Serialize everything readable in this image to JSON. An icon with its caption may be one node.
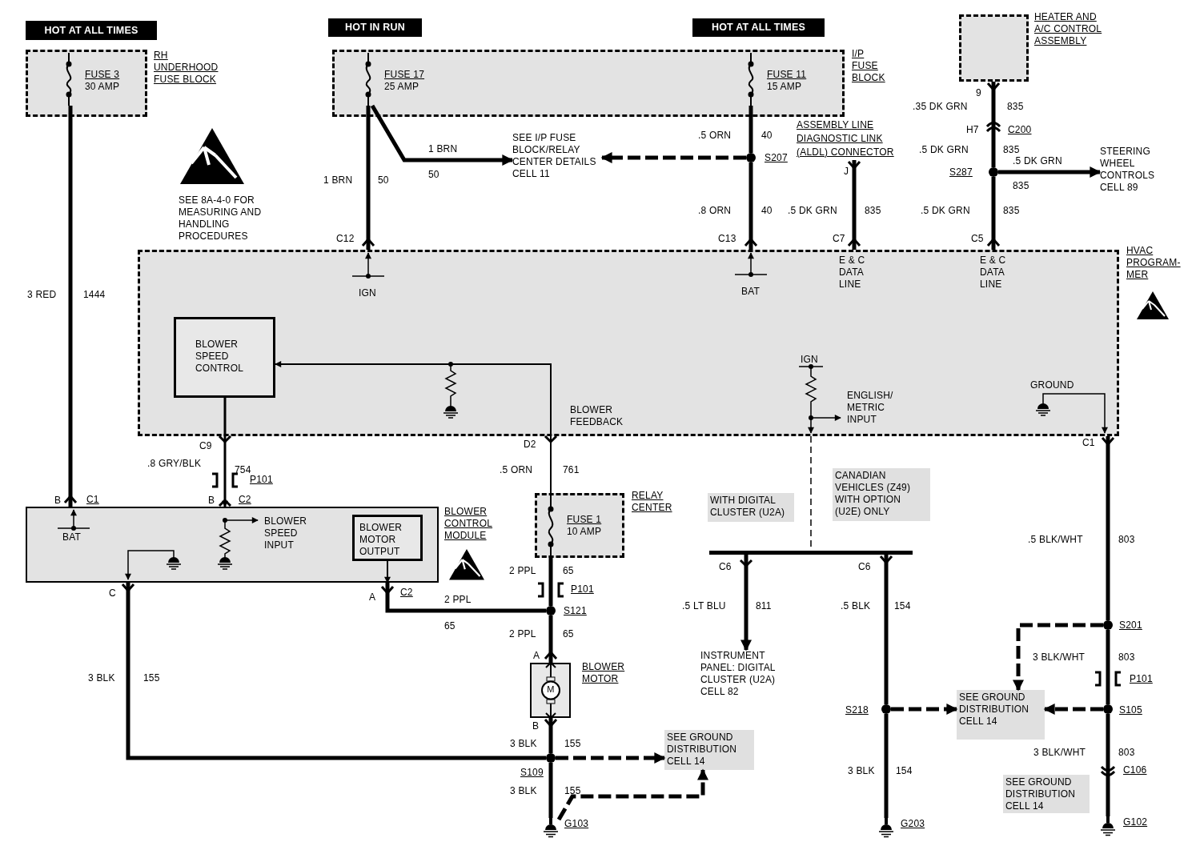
{
  "diagram": {
    "nodes": [
      {
        "text": [
          "HOT AT ALL TIMES"
        ]
      },
      {
        "text": [
          "HOT IN RUN"
        ]
      },
      {
        "text": [
          "HOT AT ALL TIMES"
        ]
      },
      {
        "text": [],
        "shape": "box",
        "beside": [
          "RH UNDERHOOD FUSE BLOCK"
        ]
      },
      {
        "text": [
          "FUSE 3",
          "30 AMP"
        ],
        "in": 3
      },
      {
        "text": [],
        "shape": "box",
        "beside": [
          "I/P FUSE BLOCK"
        ]
      },
      {
        "text": [
          "FUSE 17",
          "25 AMP"
        ],
        "in": 5
      },
      {
        "text": [
          "FUSE 11",
          "15 AMP"
        ],
        "in": 5
      },
      {
        "text": [],
        "shape": "box",
        "beside": [
          "HEATER AND A/C CONTROL ASSEMBLY"
        ]
      },
      {
        "text": [
          "SEE I/P FUSE BLOCK/RELAY CENTER DETAILS CELL 11"
        ]
      },
      {
        "text": [],
        "shape": "circle",
        "beside": [
          "S207"
        ]
      },
      {
        "text": [
          "ASSEMBLY LINE DIAGNOSTIC LINK (ALDL) CONNECTOR"
        ]
      },
      {
        "text": [],
        "shape": "circle",
        "beside": [
          "S287"
        ]
      },
      {
        "text": [
          "STEERING WHEEL CONTROLS CELL 89"
        ]
      },
      {
        "text": [],
        "shape": "box",
        "beside": [
          "HVAC PROGRAM- MER"
        ]
      },
      {
        "text": [
          "BLOWER SPEED CONTROL"
        ],
        "in": 14
      },
      {
        "text": [],
        "shape": "box",
        "beside": [
          "BLOWER CONTROL MODULE"
        ]
      },
      {
        "text": [
          "BLOWER MOTOR OUTPUT"
        ],
        "in": 16
      },
      {
        "text": [],
        "shape": "box",
        "beside": [
          "RELAY CENTER"
        ]
      },
      {
        "text": [
          "FUSE 1",
          "10 AMP"
        ],
        "in": 18
      },
      {
        "text": [],
        "shape": "circle",
        "beside": [
          "S121"
        ]
      },
      {
        "text": [
          "M"
        ],
        "beside": [
          "BLOWER MOTOR",
          "A",
          "B"
        ]
      },
      {
        "text": [],
        "shape": "circle",
        "beside": [
          "S109"
        ]
      },
      {
        "text": [
          "SEE GROUND DISTRIBUTION CELL 14"
        ]
      },
      {
        "text": [],
        "shape": "ground",
        "beside": [
          "G103"
        ]
      },
      {
        "text": [
          "INSTRUMENT PANEL: DIGITAL CLUSTER (U2A) CELL 82"
        ]
      },
      {
        "text": [],
        "shape": "circle",
        "beside": [
          "S218"
        ]
      },
      {
        "text": [
          "SEE GROUND DISTRIBUTION CELL 14"
        ]
      },
      {
        "text": [],
        "shape": "ground",
        "beside": [
          "G203"
        ]
      },
      {
        "text": [],
        "shape": "circle",
        "beside": [
          "S201"
        ]
      },
      {
        "text": [],
        "shape": "circle",
        "beside": [
          "S105"
        ]
      },
      {
        "text": [],
        "shape": "ground",
        "beside": [
          "G102"
        ]
      },
      {
        "text": [
          "CANADIAN VEHICLES (Z49) WITH OPTION (U2E) ONLY"
        ]
      },
      {
        "text": [
          "WITH DIGITAL CLUSTER (U2A)"
        ]
      },
      {
        "text": [
          "SEE GROUND DISTRIBUTION CELL 14"
        ]
      },
      {
        "text": [],
        "shape": "bar"
      }
    ],
    "edges": [
      {
        "from": 4,
        "to": 16,
        "arrow": "other"
      },
      {
        "from": 6,
        "to": 14,
        "arrow": "other"
      },
      {
        "from": 6,
        "to": 9,
        "arrow": "to"
      },
      {
        "from": 7,
        "to": 10,
        "arrow": "none"
      },
      {
        "from": 10,
        "to": 9,
        "arrow": "to",
        "style": "dashed"
      },
      {
        "from": 10,
        "to": 14,
        "arrow": "other"
      },
      {
        "from": 11,
        "to": 14,
        "arrow": "other"
      },
      {
        "from": 8,
        "to": 12,
        "arrow": "other"
      },
      {
        "from": 12,
        "to": 13,
        "arrow": "to"
      },
      {
        "from": 12,
        "to": 14,
        "arrow": "other"
      },
      {
        "from": 15,
        "to": 16,
        "arrow": "to"
      },
      {
        "from": 19,
        "to": 15,
        "arrow": "to"
      },
      {
        "from": 19,
        "to": 20,
        "arrow": "none"
      },
      {
        "from": 20,
        "to": 16,
        "arrow": "other"
      },
      {
        "from": 20,
        "to": 21,
        "arrow": "other"
      },
      {
        "from": 21,
        "to": 22,
        "arrow": "other"
      },
      {
        "from": 16,
        "to": 22,
        "arrow": "other"
      },
      {
        "from": 22,
        "to": 23,
        "arrow": "to",
        "style": "dashed"
      },
      {
        "from": 22,
        "to": 24,
        "arrow": "none"
      },
      {
        "from": 24,
        "to": 23,
        "arrow": "to",
        "style": "dashed"
      },
      {
        "from": 35,
        "to": 25,
        "arrow": "to"
      },
      {
        "from": 35,
        "to": 26,
        "arrow": "other"
      },
      {
        "from": 26,
        "to": 27,
        "arrow": "to",
        "style": "dashed"
      },
      {
        "from": 26,
        "to": 28,
        "arrow": "none"
      },
      {
        "from": 14,
        "to": 29,
        "arrow": "other"
      },
      {
        "from": 29,
        "to": 27,
        "arrow": "to",
        "style": "dashed"
      },
      {
        "from": 29,
        "to": 30,
        "arrow": "none"
      },
      {
        "from": 30,
        "to": 27,
        "arrow": "to",
        "style": "dashed"
      },
      {
        "from": 30,
        "to": 31,
        "arrow": "none"
      },
      {
        "from": 17,
        "to": 16,
        "arrow": "to"
      },
      {
        "from": 14,
        "to": 35,
        "arrow": "none",
        "style": "dashed"
      }
    ],
    "labels": [
      "SEE 8A-4-0 FOR MEASURING AND HANDLING PROCEDURES",
      "1 BRN",
      "50",
      "1 BRN",
      "50",
      ".5 ORN",
      "40",
      "J",
      ".35 DK GRN",
      "835",
      "9",
      "H7",
      "C200",
      ".5 DK GRN",
      "835",
      ".5 DK GRN",
      "835",
      ".8 ORN",
      "40",
      ".5 DK GRN",
      "835",
      ".5 DK GRN",
      "835",
      "C12",
      "C13",
      "C7",
      "C5",
      "E & C DATA LINE",
      "E & C DATA LINE",
      "IGN",
      "BAT",
      "3 RED",
      "1444",
      "IGN",
      "ENGLISH/ METRIC INPUT",
      "GROUND",
      "BLOWER FEEDBACK",
      "C9",
      "D2",
      "C1",
      ".8 GRY/BLK",
      "754",
      "P101",
      ".5 ORN",
      "761",
      "B",
      "C1",
      "B",
      "C2",
      "BAT",
      "BLOWER SPEED INPUT",
      ".5 BLK/WHT",
      "803",
      "C6",
      "C6",
      "2 PPL",
      "65",
      "P101",
      "C",
      "A",
      "C2",
      "2 PPL",
      ".5 LT BLU",
      "811",
      ".5 BLK",
      "154",
      "65",
      "2 PPL",
      "65",
      "3 BLK/WHT",
      "803",
      "3 BLK",
      "155",
      "P101",
      "3 BLK",
      "155",
      "3 BLK/WHT",
      "803",
      "3 BLK",
      "154",
      "C106",
      "3 BLK",
      "155"
    ]
  }
}
